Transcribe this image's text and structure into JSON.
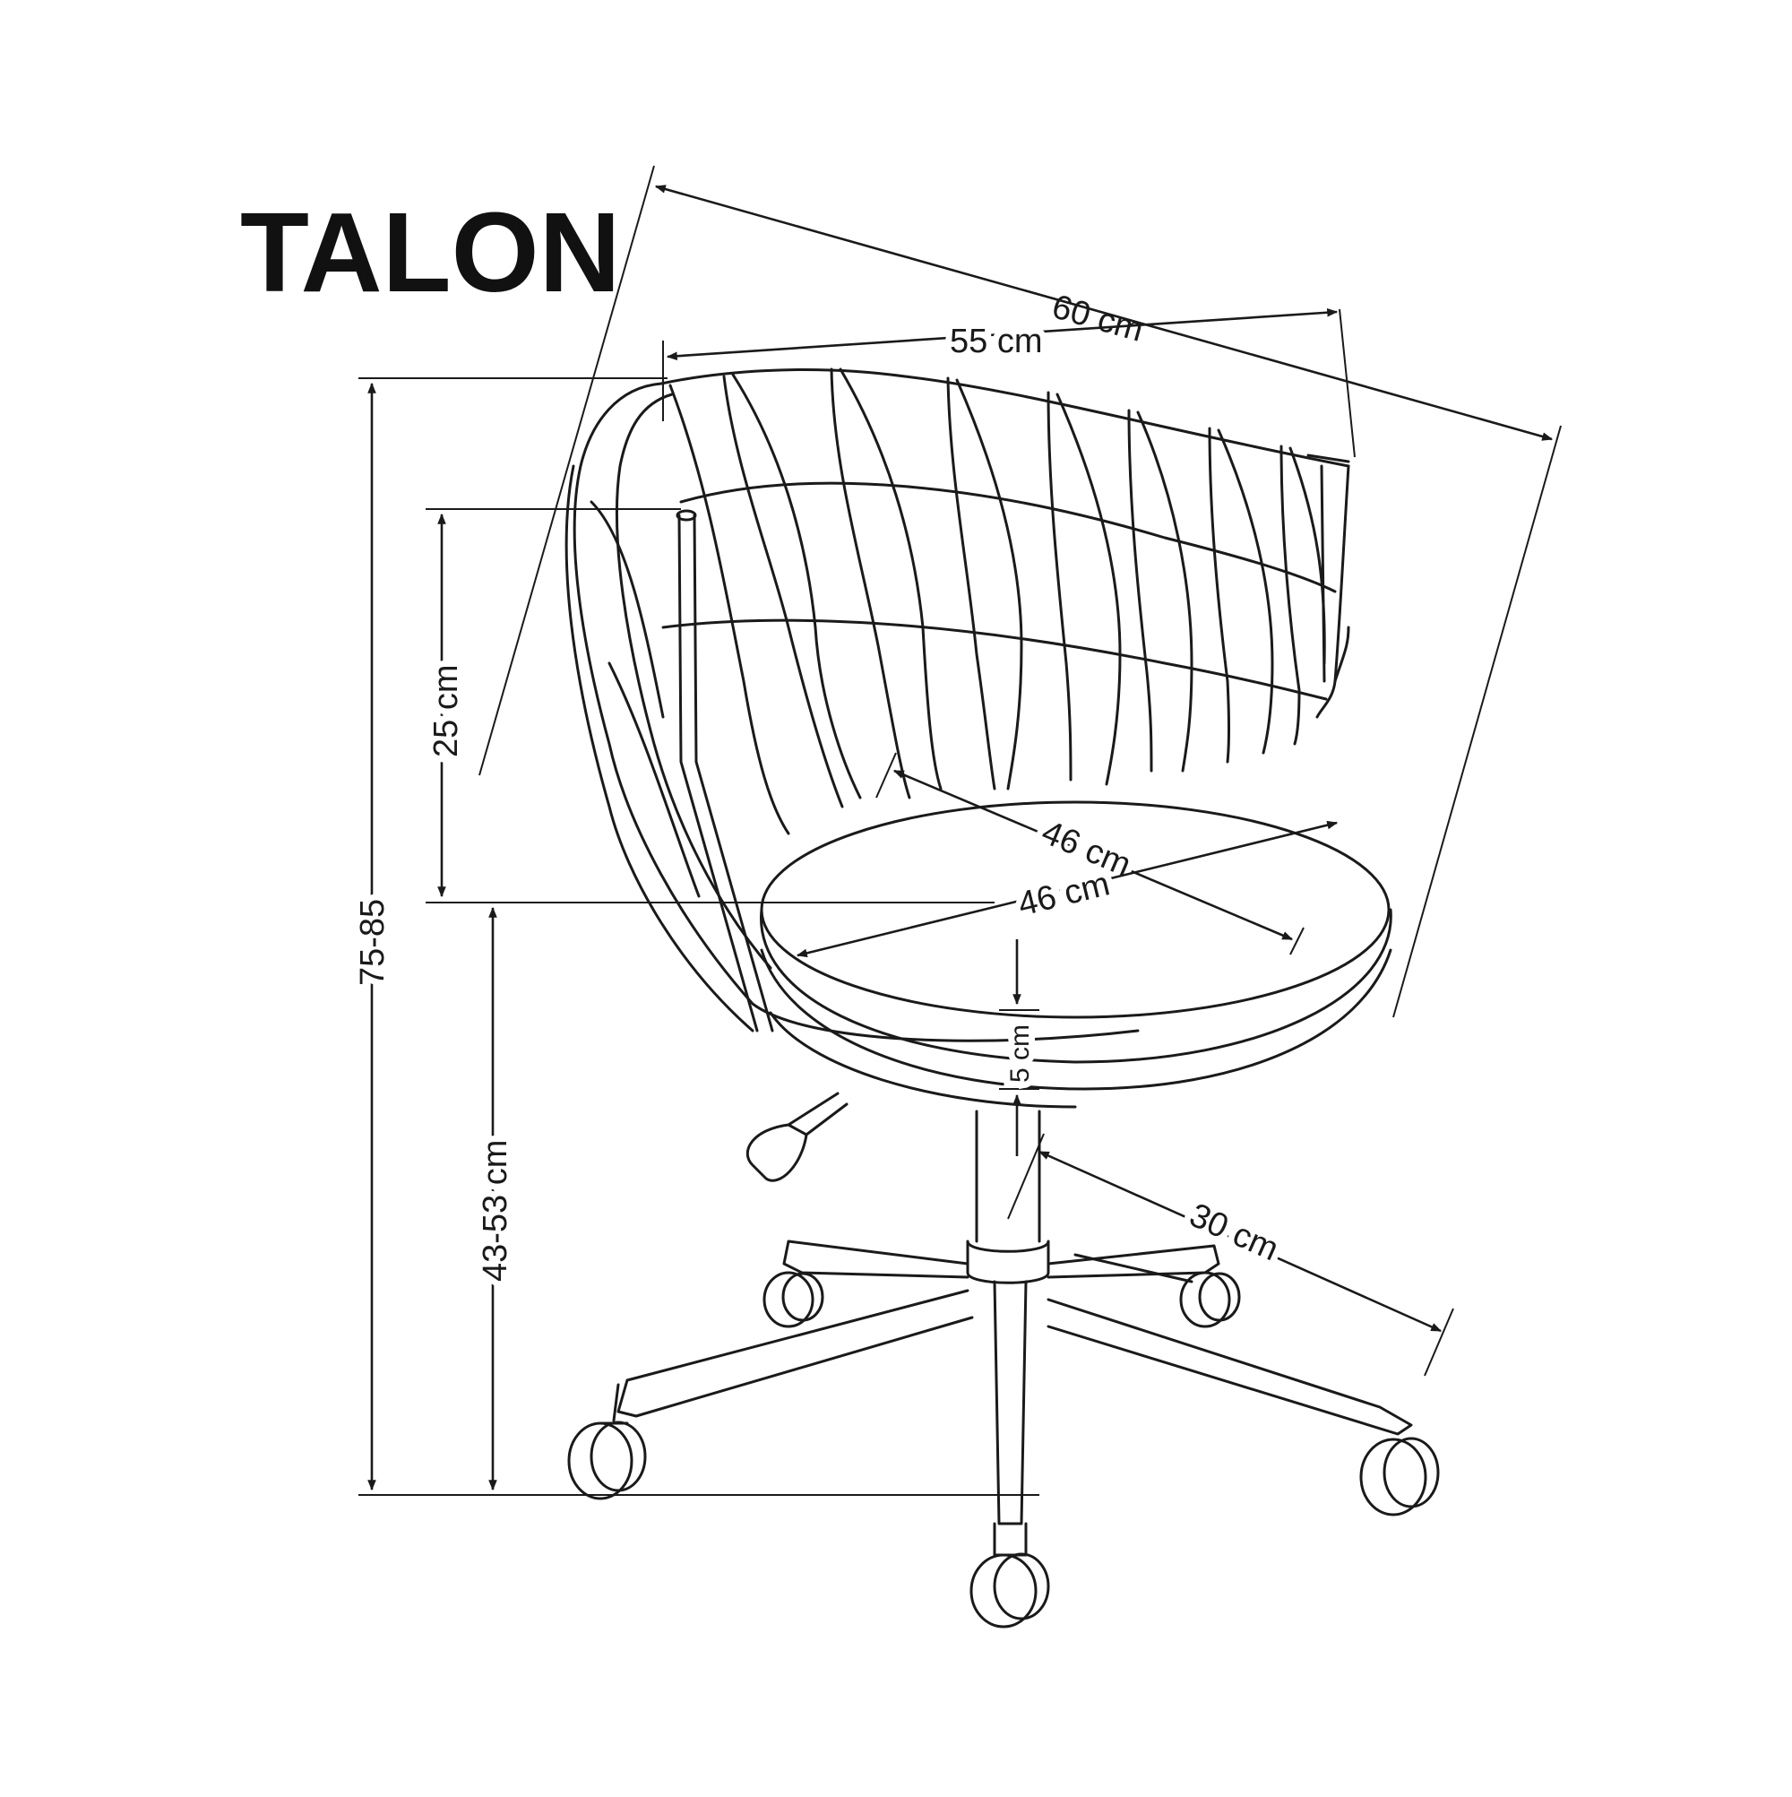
{
  "product": {
    "name": "TALON"
  },
  "dimensions": {
    "overall_width": "60 cm",
    "backrest_width": "55 cm",
    "armrest_height": "25 cm",
    "total_height": "75-85",
    "seat_height": "43-53 cm",
    "seat_depth": "46 cm",
    "seat_width": "46 cm",
    "seat_thickness": "5 cm",
    "base_radius": "30 cm"
  },
  "colors": {
    "line": "#1a1a1a",
    "background": "#ffffff"
  }
}
